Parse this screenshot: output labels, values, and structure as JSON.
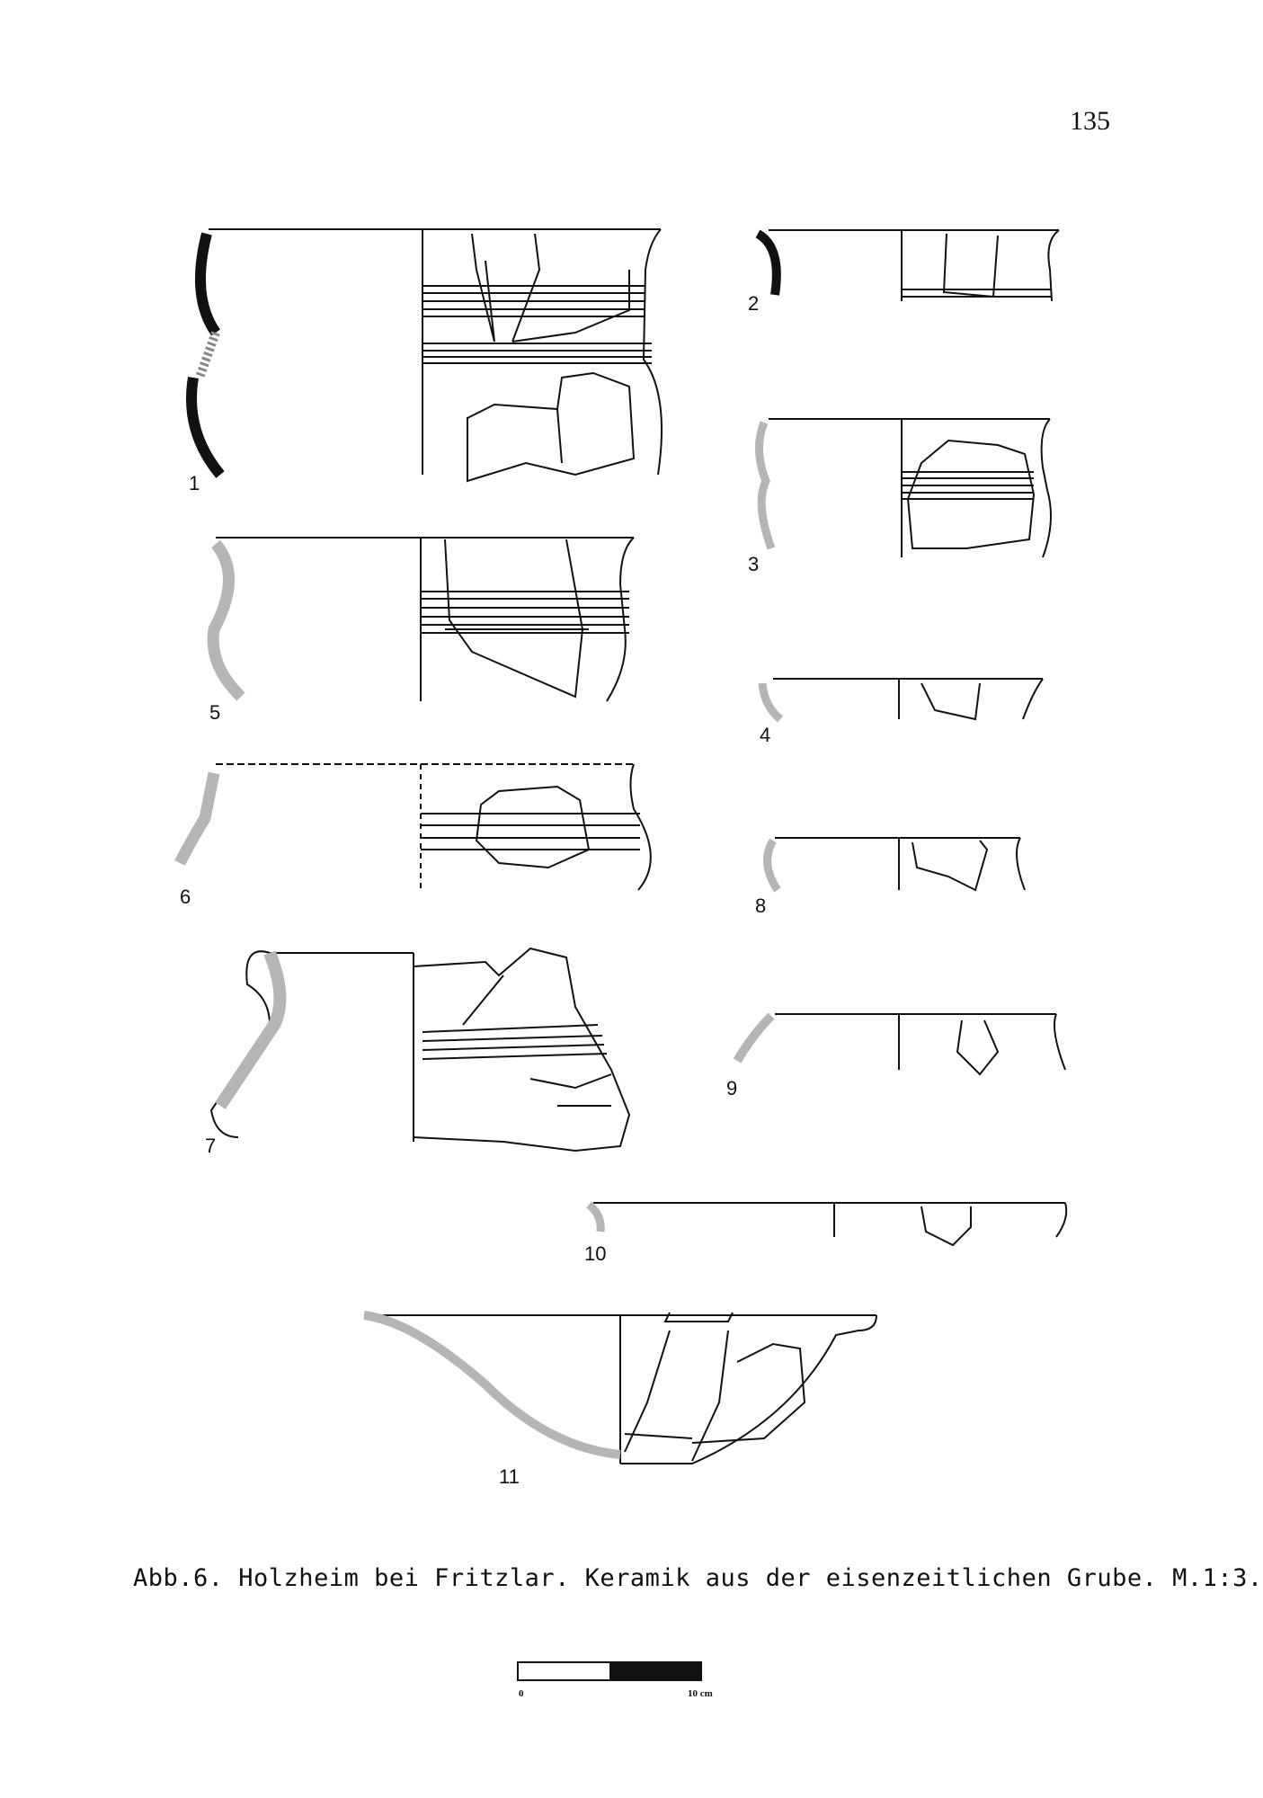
{
  "page_number": "135",
  "figure_labels": [
    "1",
    "2",
    "3",
    "4",
    "5",
    "6",
    "7",
    "8",
    "9",
    "10",
    "11"
  ],
  "caption": "Abb.6. Holzheim bei Fritzlar. Keramik aus der eisenzeitlichen Grube. M.1:3.",
  "scale": {
    "start_label": "0",
    "end_label": "10 cm"
  },
  "colors": {
    "ink": "#111111",
    "section_gray": "#b5b5b5",
    "section_black": "#111111"
  }
}
